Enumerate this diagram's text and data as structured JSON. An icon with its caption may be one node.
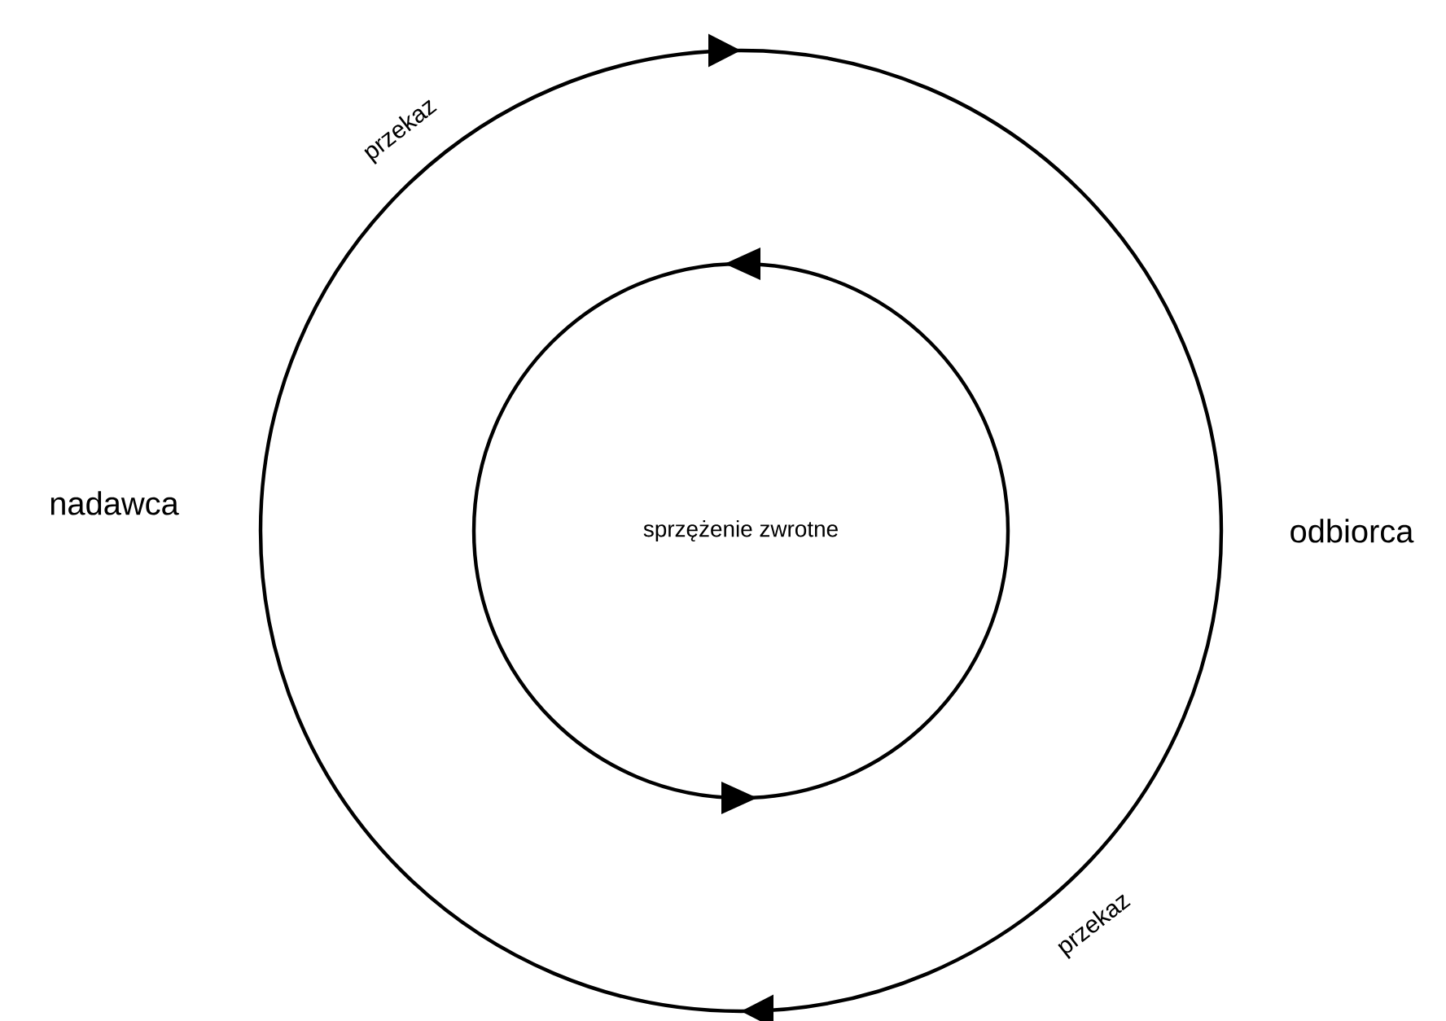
{
  "diagram": {
    "nodes": [
      {
        "text": [
          "nadawca"
        ]
      },
      {
        "text": [
          "odbiorca"
        ]
      },
      {
        "text": [
          "sprzężenie zwrotne"
        ]
      }
    ],
    "edges": [
      {
        "from": 0,
        "to": 1,
        "arrow": "to",
        "label": "przekaz"
      },
      {
        "from": 1,
        "to": 0,
        "arrow": "to",
        "label": "przekaz"
      }
    ]
  }
}
